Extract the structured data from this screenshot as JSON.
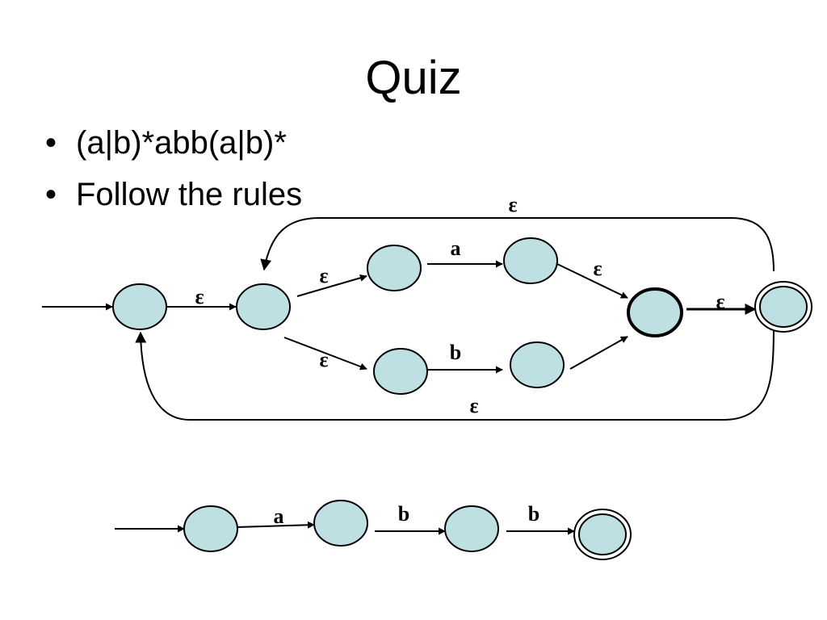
{
  "slide": {
    "title": "Quiz",
    "bullets": [
      "(a|b)*abb(a|b)*",
      "Follow the rules"
    ]
  },
  "diagram": {
    "state_fill": "#bfe0e3",
    "epsilon": "ε",
    "top_nfa": {
      "label_start_to_split": "ε",
      "label_split_to_a": "ε",
      "label_split_to_b": "ε",
      "label_a_transition": "a",
      "label_b_transition": "b",
      "label_a_to_join": "ε",
      "label_join_to_final": "ε",
      "label_loop_back": "ε",
      "label_skip": "ε"
    },
    "bottom_nfa": {
      "labels": [
        "a",
        "b",
        "b"
      ]
    }
  }
}
